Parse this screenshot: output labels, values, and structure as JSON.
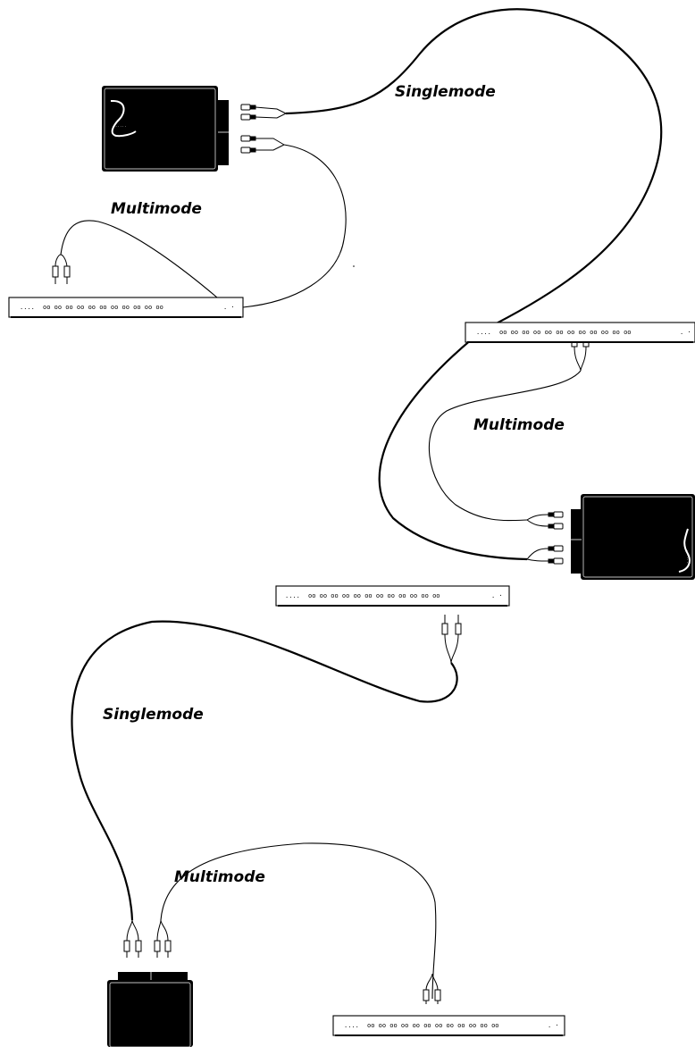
{
  "colors": {
    "background": "#ffffff",
    "cable": "#000000",
    "converter_body": "#000000",
    "switch_outline": "#000000"
  },
  "labels": {
    "singlemode_top": "Singlemode",
    "multimode_top_left": "Multimode",
    "multimode_right": "Multimode",
    "singlemode_bottom": "Singlemode",
    "multimode_bottom": "Multimode"
  },
  "devices": {
    "converters": [
      {
        "name": "media-converter-top-left",
        "orientation": "landscape",
        "logo": "swoosh-logo"
      },
      {
        "name": "media-converter-right",
        "orientation": "landscape",
        "logo": "swoosh-logo"
      },
      {
        "name": "media-converter-bottom-left",
        "orientation": "portrait",
        "logo": "none"
      }
    ],
    "switches": [
      {
        "name": "switch-top-left",
        "leds": "....",
        "ports": "oo oo oo oo oo oo oo oo oo oo oo",
        "tail": ". ·"
      },
      {
        "name": "switch-right",
        "leds": "....",
        "ports": "oo oo oo oo oo oo oo oo oo oo oo oo",
        "tail": ". ·"
      },
      {
        "name": "switch-middle",
        "leds": "....",
        "ports": "oo oo oo oo oo oo oo oo oo oo oo oo",
        "tail": ". ·"
      },
      {
        "name": "switch-bottom",
        "leds": "....",
        "ports": "oo oo oo oo oo oo oo oo oo oo oo oo",
        "tail": ". ·"
      }
    ]
  }
}
